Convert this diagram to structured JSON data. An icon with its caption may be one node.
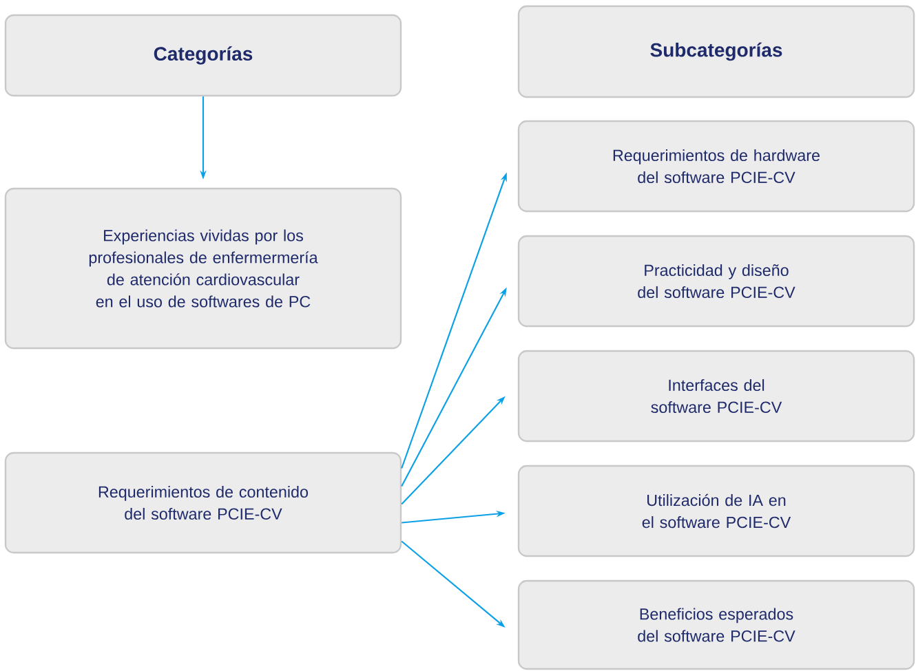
{
  "diagram": {
    "nodes": [
      {
        "text": [
          "Categorías"
        ]
      },
      {
        "text": [
          "Subcategorías"
        ]
      },
      {
        "text": [
          "Experiencias vividas por los profesionales de enfermermería de atención cardiovascular en el uso de softwares de PC"
        ]
      },
      {
        "text": [
          "Requerimientos de contenido del software PCIE-CV"
        ]
      },
      {
        "text": [
          "Requerimientos de hardware del software PCIE-CV"
        ]
      },
      {
        "text": [
          "Practicidad y diseño del software PCIE-CV"
        ]
      },
      {
        "text": [
          "Interfaces del software PCIE-CV"
        ]
      },
      {
        "text": [
          "Utilización de IA en el software PCIE-CV"
        ]
      },
      {
        "text": [
          "Beneficios esperados del software PCIE-CV"
        ]
      }
    ],
    "edges": [
      {
        "from": 0,
        "to": 2,
        "arrow": "to"
      },
      {
        "from": 3,
        "to": 4,
        "arrow": "to"
      },
      {
        "from": 3,
        "to": 5,
        "arrow": "to"
      },
      {
        "from": 3,
        "to": 6,
        "arrow": "to"
      },
      {
        "from": 3,
        "to": 7,
        "arrow": "to"
      },
      {
        "from": 3,
        "to": 8,
        "arrow": "to"
      }
    ]
  }
}
